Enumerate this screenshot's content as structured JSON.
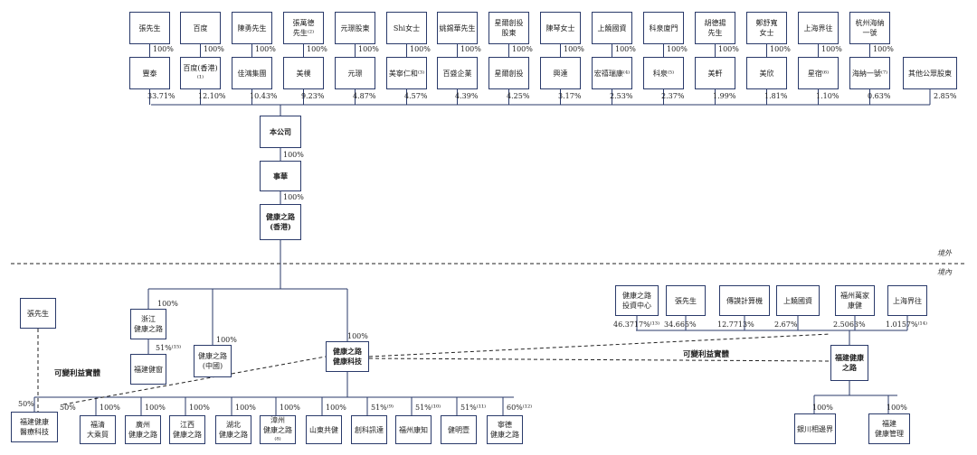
{
  "zones": {
    "outside": "境外",
    "inside": "境內"
  },
  "vie_label": "可變利益實體",
  "top_holders": [
    "張先生",
    "百度",
    "陳勇先生",
    "張萬德\n先生⁽²⁾",
    "元璟股東",
    "Shi女士",
    "姚錫華先生",
    "星爾創投\n股東",
    "陳琴女士",
    "上饒國資",
    "科泉廈門",
    "胡德揚\n先生",
    "鄭舒寬\n女士",
    "上海界往",
    "杭州海納\n一號"
  ],
  "top_holder_pcts": [
    "100%",
    "100%",
    "100%",
    "100%",
    "100%",
    "100%",
    "100%",
    "100%",
    "100%",
    "100%",
    "100%",
    "100%",
    "100%",
    "100%",
    "100%"
  ],
  "shareholders": [
    "豐泰",
    "百度(香港)⁽¹⁾",
    "佳鴻集團",
    "美樸",
    "元璟",
    "美寧仁和⁽³⁾",
    "百盛企業",
    "星爾創投",
    "興達",
    "宏禧瑞康⁽⁴⁾",
    "科泉⁽⁵⁾",
    "美軒",
    "美欣",
    "星宿⁽⁶⁾",
    "海納一號⁽⁷⁾",
    "其他公眾股東"
  ],
  "shareholder_pcts": [
    "33.71%",
    "12.10%",
    "10.43%",
    "9.23%",
    "4.87%",
    "4.57%",
    "4.39%",
    "4.25%",
    "3.17%",
    "2.53%",
    "2.37%",
    "1.99%",
    "1.81%",
    "1.10%",
    "0.63%",
    "2.85%"
  ],
  "chain": {
    "company": "本公司",
    "company_pct": "100%",
    "shihua": "事華",
    "shihua_pct": "100%",
    "hk": "健康之路\n(香港)"
  },
  "mid": {
    "zhejiang": "浙江\n健康之路",
    "zhejiang_pct": "100%",
    "fujian_jk": "福建健窗",
    "fujian_jk_pct": "51%⁽¹⁵⁾",
    "china": "健康之路\n(中國)",
    "china_pct": "100%",
    "tech": "健康之路\n健康科技",
    "tech_pct": "100%"
  },
  "left": {
    "zhang": "張先生",
    "medical": "福建健康\n醫療科技",
    "zhang_pct": "50%",
    "tech_pct": "50%"
  },
  "subsidiaries": [
    "福清\n大乘貿",
    "廣州\n健康之路",
    "江西\n健康之路",
    "湖北\n健康之路",
    "漳州\n健康之路⁽⁸⁾",
    "山東共健",
    "創科訊達",
    "福州康知",
    "健明壹",
    "寧德\n健康之路"
  ],
  "subsidiary_pcts": [
    "100%",
    "100%",
    "100%",
    "100%",
    "100%",
    "100%",
    "51%⁽⁹⁾",
    "51%⁽¹⁰⁾",
    "51%⁽¹¹⁾",
    "60%⁽¹²⁾"
  ],
  "right": {
    "holders": [
      "健康之路\n投資中心",
      "張先生",
      "傳謨計算機",
      "上饒國資",
      "福州萬家\n康健",
      "上海界往"
    ],
    "holder_pcts": [
      "46.3717%⁽¹³⁾",
      "34.665%",
      "12.7713%",
      "2.67%",
      "2.5063%",
      "1.0157%⁽¹⁴⁾"
    ],
    "fujian": "福建健康\n之路",
    "subs": [
      "銀川相邊界",
      "福建\n健康管理"
    ],
    "sub_pcts": [
      "100%",
      "100%"
    ]
  }
}
